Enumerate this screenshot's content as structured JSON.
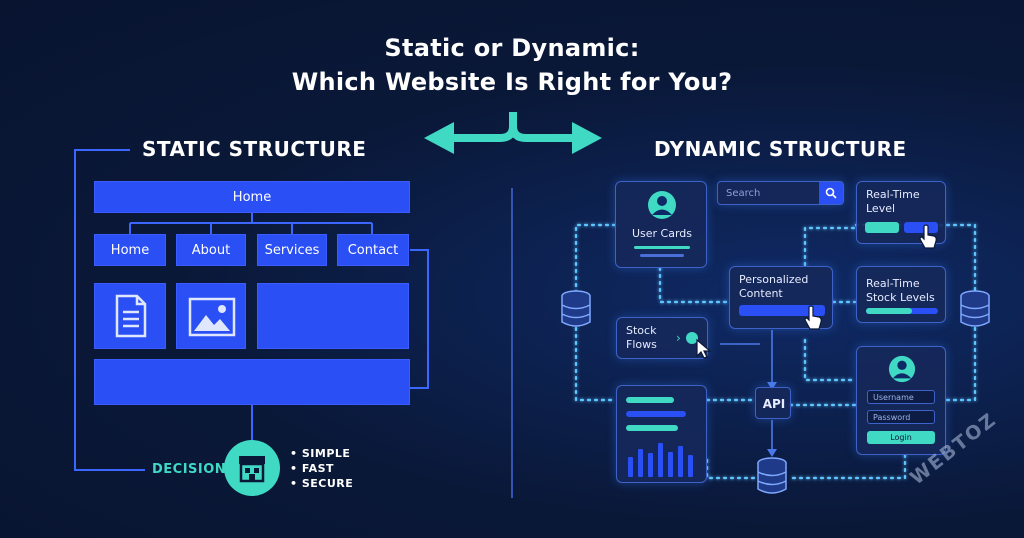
{
  "header": {
    "title_line1": "Static or Dynamic:",
    "title_line2": "Which Website Is Right for You?"
  },
  "static": {
    "heading": "STATIC STRUCTURE",
    "home_label": "Home",
    "nav": [
      "Home",
      "About",
      "Services",
      "Contact"
    ],
    "decision_label": "DECISION",
    "benefits": [
      "• SIMPLE",
      "• FAST",
      "• SECURE"
    ]
  },
  "dynamic": {
    "heading": "DYNAMIC STRUCTURE",
    "search_placeholder": "Search",
    "user_cards_label": "User Cards",
    "realtime_level_label": "Real-Time\nLevel",
    "personalized_label": "Personalized\nContent",
    "realtime_stock_label": "Real-Time\nStock Levels",
    "stock_flows_label": "Stock\nFlows",
    "api_label": "API",
    "username_placeholder": "Username",
    "password_placeholder": "Password",
    "login_label": "Login"
  },
  "watermark": "WEBTOZ",
  "colors": {
    "background": "#0a1838",
    "static_blue": "#2a4ff5",
    "teal_accent": "#3fd9c4",
    "panel": "#16285a",
    "glow": "#4fb7ff"
  },
  "icons": [
    "document-icon",
    "image-icon",
    "storefront-icon",
    "user-icon",
    "search-icon",
    "pointer-hand-icon",
    "cursor-icon",
    "database-icon",
    "double-arrow-icon"
  ]
}
